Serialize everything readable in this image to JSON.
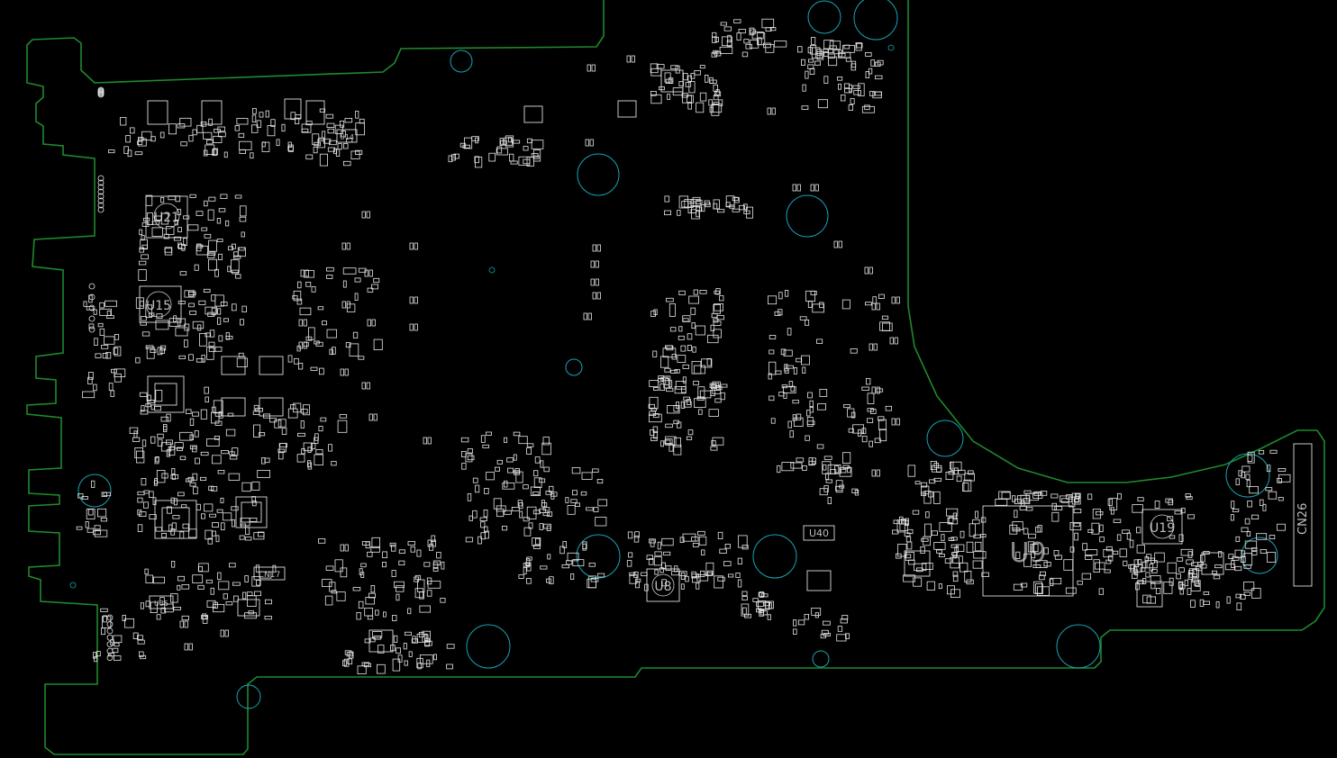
{
  "colors": {
    "background": "#000000",
    "board_outline": "#1f8a2e",
    "component_outline": "#dcdcdc",
    "mounting_hole": "#1aa3b3",
    "designator_text": "#bdbdbd",
    "large_designator_text": "#8a8a8a"
  },
  "designators": {
    "u9": "U9",
    "u21": "U21",
    "u15": "U15",
    "u8": "U8",
    "u19": "U19",
    "u40": "U40",
    "cn26": "CN26",
    "cn17": "CN17",
    "u35": "U35",
    "u14": "U14"
  }
}
